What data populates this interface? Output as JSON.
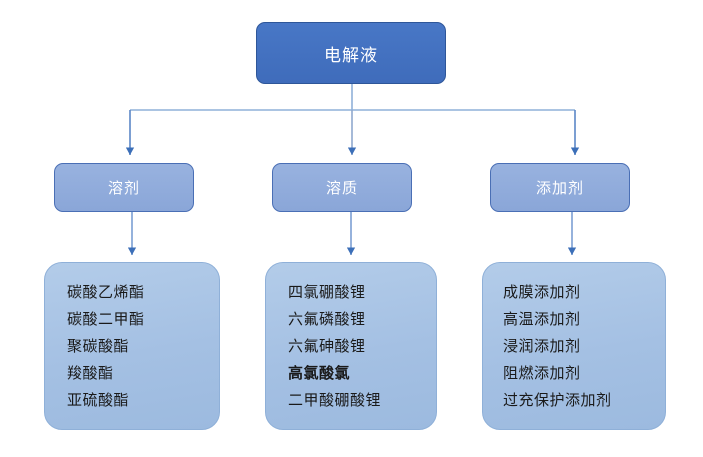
{
  "diagram": {
    "type": "hierarchy-flowchart",
    "root": {
      "label": "电解液",
      "fill": "#4372c4",
      "text_color": "#ffffff"
    },
    "branches": [
      {
        "label": "溶剂",
        "fill": "#8faadc",
        "text_color": "#ffffff",
        "items": [
          {
            "label": "碳酸乙烯酯",
            "bold": false
          },
          {
            "label": "碳酸二甲酯",
            "bold": false
          },
          {
            "label": "聚碳酸酯",
            "bold": false
          },
          {
            "label": "羧酸酯",
            "bold": false
          },
          {
            "label": "亚硫酸酯",
            "bold": false
          }
        ]
      },
      {
        "label": "溶质",
        "fill": "#8faadc",
        "text_color": "#ffffff",
        "items": [
          {
            "label": "四氯硼酸锂",
            "bold": false
          },
          {
            "label": "六氟磷酸锂",
            "bold": false
          },
          {
            "label": "六氟砷酸锂",
            "bold": false
          },
          {
            "label": "高氯酸氯",
            "bold": true
          },
          {
            "label": "二甲酸硼酸锂",
            "bold": false
          }
        ]
      },
      {
        "label": "添加剂",
        "fill": "#8faadc",
        "text_color": "#ffffff",
        "items": [
          {
            "label": "成膜添加剂",
            "bold": false
          },
          {
            "label": "高温添加剂",
            "bold": false
          },
          {
            "label": "浸润添加剂",
            "bold": false
          },
          {
            "label": "阻燃添加剂",
            "bold": false
          },
          {
            "label": "过充保护添加剂",
            "bold": false
          }
        ]
      }
    ],
    "connector_color": "#6f9ad4",
    "leaf_fill": "#a8c4e4"
  }
}
